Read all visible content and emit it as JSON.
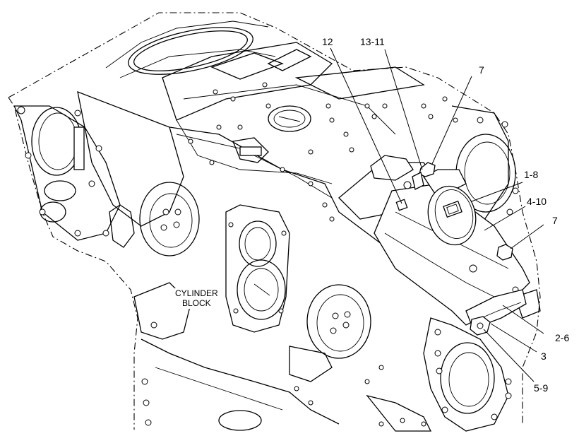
{
  "diagram": {
    "block_label_line1": "CYLINDER",
    "block_label_line2": "BLOCK",
    "callouts": {
      "c12": "12",
      "c13_11": "13-11",
      "c7_top": "7",
      "c1_8": "1-8",
      "c4_10": "4-10",
      "c7_mid": "7",
      "c2_6": "2-6",
      "c3": "3",
      "c5_9": "5-9"
    }
  }
}
